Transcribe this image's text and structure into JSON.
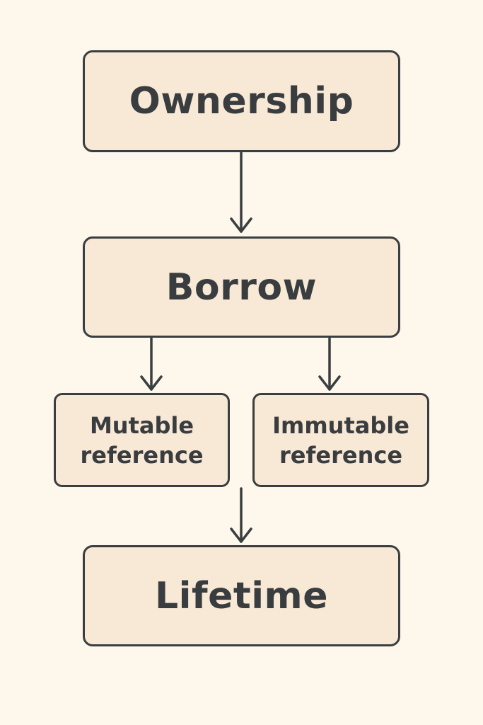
{
  "diagram": {
    "nodes": {
      "ownership": "Ownership",
      "borrow": "Borrow",
      "mutable_line1": "Mutable",
      "mutable_line2": "reference",
      "immutable_line1": "Immutable",
      "immutable_line2": "reference",
      "lifetime": "Lifetime"
    },
    "edges": [
      [
        "Ownership",
        "Borrow"
      ],
      [
        "Borrow",
        "Mutable reference"
      ],
      [
        "Borrow",
        "Immutable reference"
      ],
      [
        "Mutable reference / Immutable reference",
        "Lifetime"
      ]
    ],
    "colors": {
      "background": "#fdf7ec",
      "node_fill": "#f8e9d6",
      "stroke": "#3b3e40",
      "text": "#3a3d3f"
    }
  }
}
